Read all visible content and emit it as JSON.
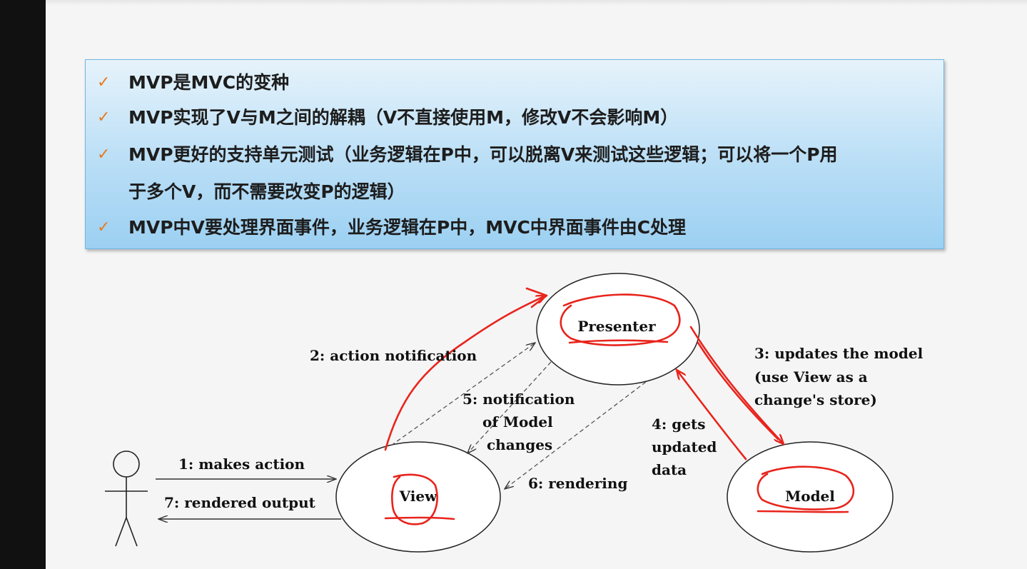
{
  "bullets": [
    {
      "icon": "check-icon",
      "text": "MVP是MVC的变种"
    },
    {
      "icon": "check-icon",
      "text": "MVP实现了V与M之间的解耦（V不直接使用M，修改V不会影响M）"
    },
    {
      "icon": "check-icon",
      "text": "MVP更好的支持单元测试（业务逻辑在P中，可以脱离V来测试这些逻辑；可以将一个P用",
      "continuation": "于多个V，而不需要改变P的逻辑）"
    },
    {
      "icon": "check-icon",
      "text": "MVP中V要处理界面事件，业务逻辑在P中，MVC中界面事件由C处理"
    }
  ],
  "diagram": {
    "nodes": {
      "presenter": "Presenter",
      "view": "View",
      "model": "Model"
    },
    "edges": {
      "e1": "1: makes action",
      "e2": "2: action notification",
      "e3": [
        "3: updates the model",
        "(use View as a",
        "change's store)"
      ],
      "e4": [
        "4: gets",
        "updated",
        "data"
      ],
      "e5": [
        "5: notification",
        "of Model",
        "changes"
      ],
      "e6": "6: rendering",
      "e7": "7: rendered output"
    }
  },
  "colors": {
    "check": "#e97a1e",
    "annotation": "#e8241c",
    "box_top": "#e6f3fb",
    "box_bottom": "#9cd0f2"
  }
}
